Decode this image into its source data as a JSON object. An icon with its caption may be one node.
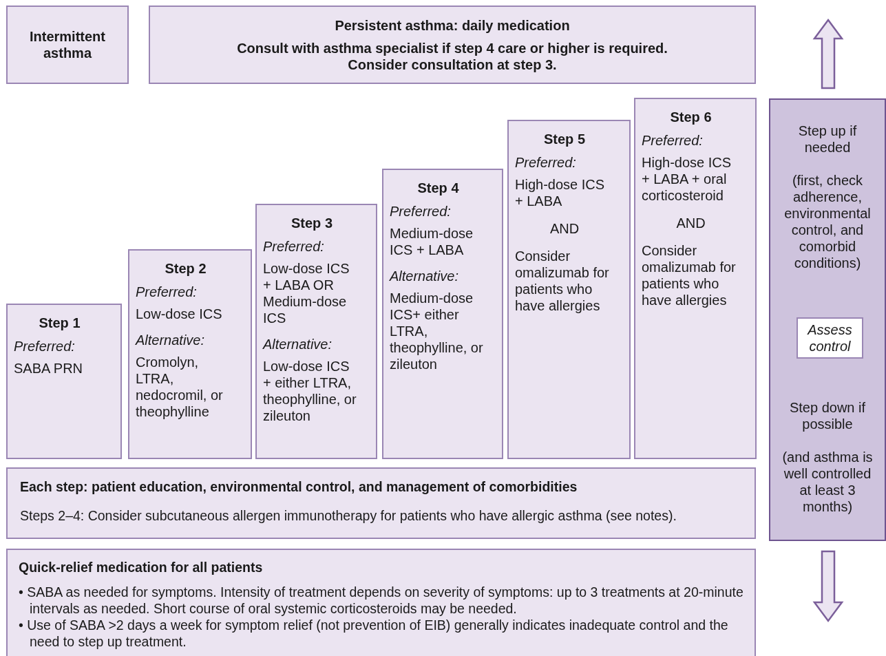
{
  "diagram": {
    "nodes": [
      {
        "text": [
          "Intermittent asthma"
        ]
      },
      {
        "text": [
          "Persistent asthma: daily medication",
          "Consult with asthma specialist if step 4 care or higher is required. Consider consultation at step 3."
        ]
      },
      {
        "text": [
          "Step 1",
          "Preferred:",
          "SABA PRN"
        ]
      },
      {
        "text": [
          "Step 2",
          "Preferred:",
          "Low-dose ICS",
          "Alternative:",
          "Cromolyn, LTRA, nedocromil, or theophylline"
        ]
      },
      {
        "text": [
          "Step 3",
          "Preferred:",
          "Low-dose ICS + LABA OR Medium-dose ICS",
          "Alternative:",
          "Low-dose ICS + either LTRA, theophylline, or zileuton"
        ]
      },
      {
        "text": [
          "Step 4",
          "Preferred:",
          "Medium-dose ICS + LABA",
          "Alternative:",
          "Medium-dose ICS+ either LTRA, theophylline, or zileuton"
        ]
      },
      {
        "text": [
          "Step 5",
          "Preferred:",
          "High-dose ICS + LABA",
          "AND",
          "Consider omalizumab for patients who have allergies"
        ]
      },
      {
        "text": [
          "Step 6",
          "Preferred:",
          "High-dose ICS + LABA + oral corticosteroid",
          "AND",
          "Consider omalizumab for patients who have allergies"
        ]
      },
      {
        "text": [
          "Each step: patient education, environmental control, and management of comorbidities",
          "Steps 2–4: Consider subcutaneous allergen immunotherapy for patients who have allergic asthma (see notes)."
        ]
      },
      {
        "text": [
          "Quick-relief medication for all patients",
          "• SABA as needed for symptoms. Intensity of treatment depends on severity of symptoms: up to 3 treatments at 20-minute intervals as needed. Short course of oral systemic corticosteroids may be needed.",
          "• Use of SABA >2 days a week for symptom relief (not prevention of EIB) generally indicates inadequate control and the need to step up treatment."
        ]
      },
      {
        "text": [
          "Step up if needed",
          "(first, check adherence, environmental control, and comorbid conditions)",
          "Step down if possible",
          "(and asthma is well controlled at least 3 months)"
        ]
      },
      {
        "text": [
          "Assess control"
        ],
        "in": 10
      }
    ],
    "edges": []
  }
}
